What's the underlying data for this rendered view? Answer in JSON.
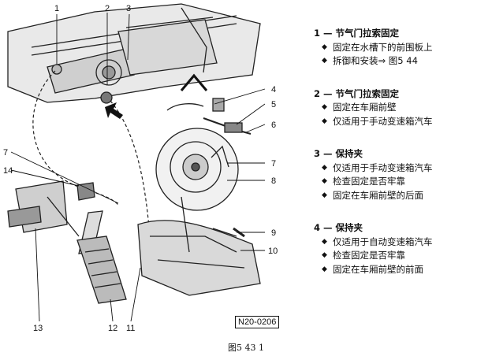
{
  "callouts": [
    "1",
    "2",
    "3",
    "4",
    "5",
    "6",
    "7",
    "8",
    "9",
    "10",
    "11",
    "12",
    "13",
    "14",
    "7"
  ],
  "legend": [
    {
      "head": "1 — 节气门拉索固定",
      "items": [
        "固定在水槽下的前围板上",
        "拆御和安装⇒ 图5 44"
      ]
    },
    {
      "head": "2 — 节气门拉索固定",
      "items": [
        "固定在车厢前壁",
        "仅适用于手动变速箱汽车"
      ]
    },
    {
      "head": "3 — 保持夹",
      "items": [
        "仅适用于手动变速箱汽车",
        "检查固定是否牢靠",
        "固定在车厢前壁的后面"
      ]
    },
    {
      "head": "4 — 保持夹",
      "items": [
        "仅适用于自动变速箱汽车",
        "检查固定是否牢靠",
        "固定在车厢前壁的前面"
      ]
    }
  ],
  "bullet_glyph": "◆",
  "figure_code": "N20-0206",
  "caption": "图5 43 1"
}
